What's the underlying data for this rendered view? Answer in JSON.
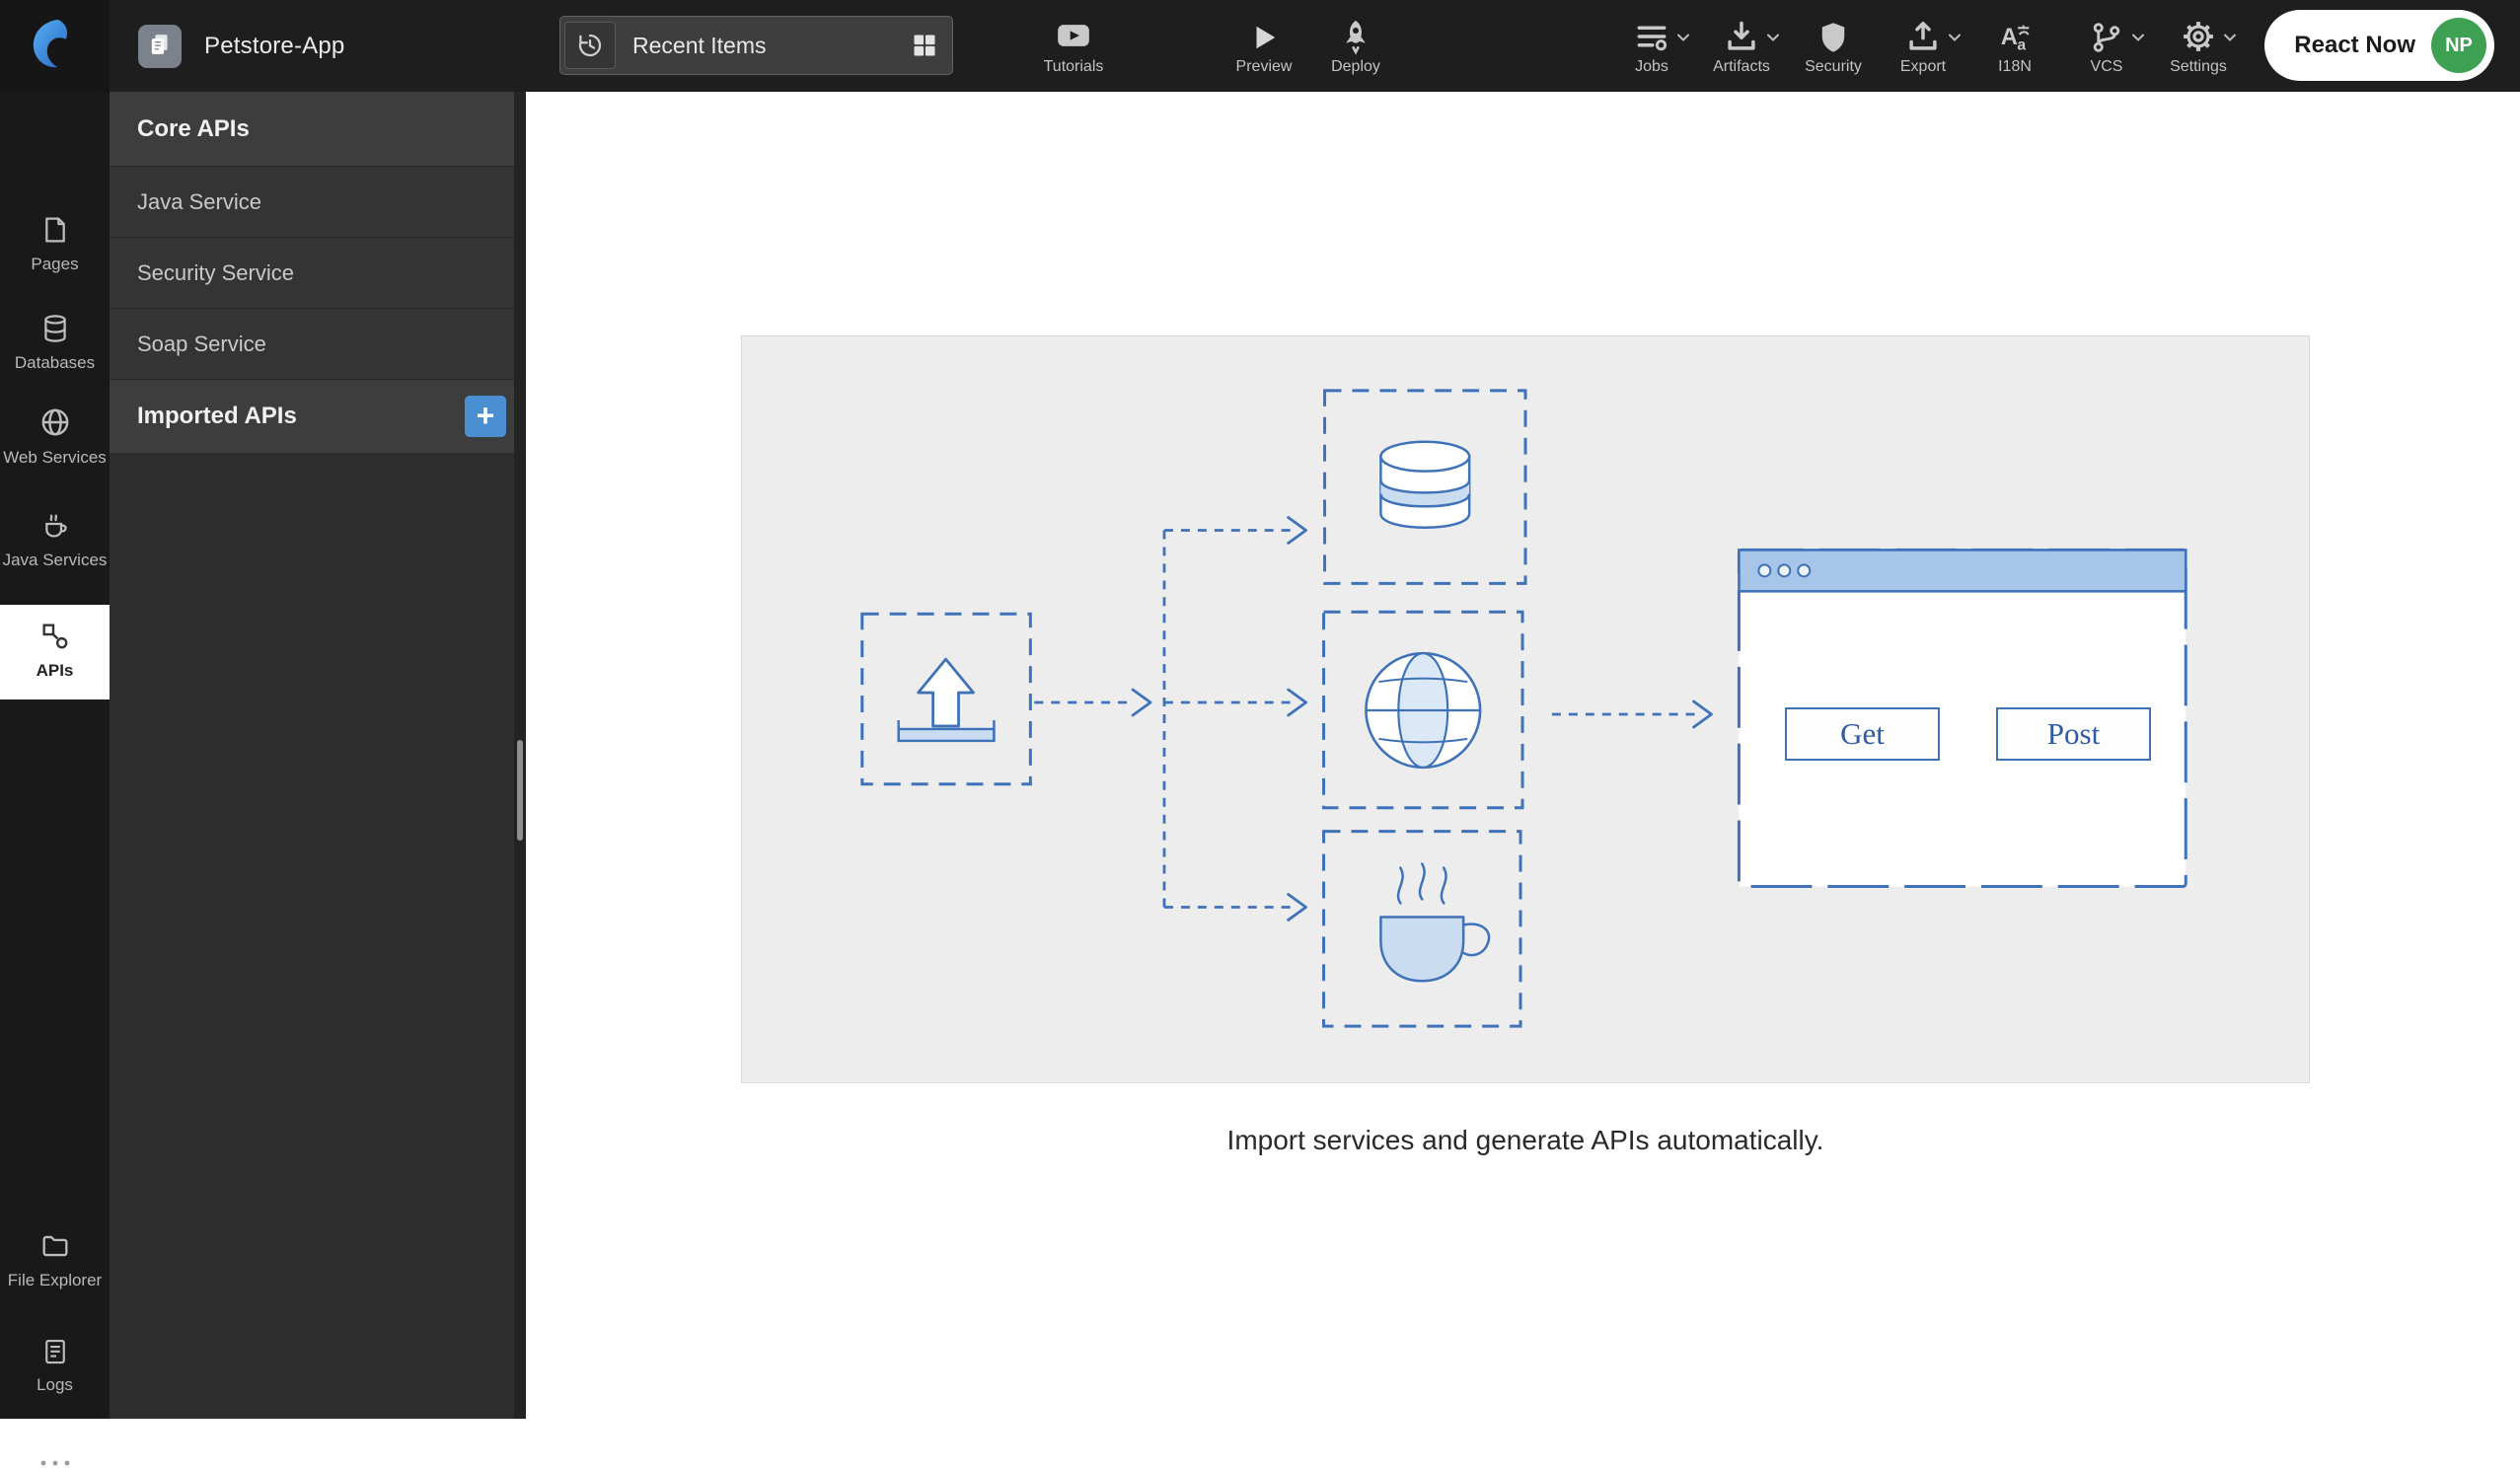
{
  "header": {
    "app_name": "Petstore-App",
    "recent_items_label": "Recent Items",
    "actions": [
      {
        "label": "Tutorials"
      },
      {
        "label": "Preview"
      },
      {
        "label": "Deploy"
      }
    ],
    "tools": [
      {
        "label": "Jobs",
        "has_menu": true
      },
      {
        "label": "Artifacts",
        "has_menu": true
      },
      {
        "label": "Security",
        "has_menu": false
      },
      {
        "label": "Export",
        "has_menu": true
      },
      {
        "label": "I18N",
        "has_menu": false
      },
      {
        "label": "VCS",
        "has_menu": true
      },
      {
        "label": "Settings",
        "has_menu": true
      }
    ],
    "react_now_label": "React Now",
    "avatar_initials": "NP"
  },
  "sidebar": {
    "items": [
      {
        "label": "Pages"
      },
      {
        "label": "Databases"
      },
      {
        "label": "Web Services"
      },
      {
        "label": "Java Services"
      },
      {
        "label": "APIs",
        "active": true
      },
      {
        "label": "File Explorer"
      },
      {
        "label": "Logs"
      }
    ],
    "overflow": "•••"
  },
  "panel": {
    "core_header": "Core APIs",
    "services": [
      "Java Service",
      "Security Service",
      "Soap Service"
    ],
    "imported_header": "Imported APIs",
    "add_button": "+"
  },
  "canvas": {
    "caption": "Import services and generate APIs automatically.",
    "window_buttons": [
      "Get",
      "Post"
    ]
  },
  "colors": {
    "accent_blue": "#3f72b8",
    "diagram_light_blue": "#c9dcf0",
    "window_titlebar_blue": "#a6c5e9",
    "plus_button_blue": "#4b8fd3",
    "avatar_green": "#3ea052",
    "header_bg": "#1e1e1e",
    "panel_bg": "#2e2e2e"
  },
  "icons": [
    "wavemaker-logo-icon",
    "stacked-pages-icon",
    "history-icon",
    "grid-icon",
    "youtube-icon",
    "play-icon",
    "rocket-icon",
    "jobs-icon",
    "artifacts-download-icon",
    "shield-icon",
    "export-icon",
    "i18n-icon",
    "git-branch-icon",
    "gear-icon",
    "chevron-down-icon",
    "pages-icon",
    "database-icon",
    "globe-icon",
    "coffee-icon",
    "api-link-icon",
    "folder-icon",
    "logs-icon",
    "ellipsis-icon",
    "upload-icon",
    "browser-window-icon"
  ]
}
